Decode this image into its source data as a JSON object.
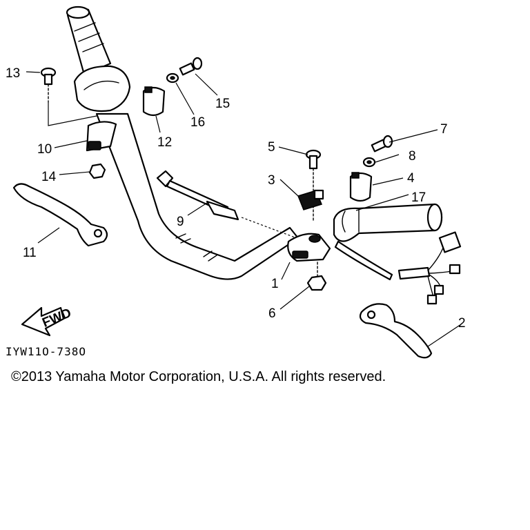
{
  "callouts": {
    "p1": "1",
    "p2": "2",
    "p3": "3",
    "p4": "4",
    "p5": "5",
    "p6": "6",
    "p7": "7",
    "p8": "8",
    "p9": "9",
    "p10": "10",
    "p11": "11",
    "p12": "12",
    "p13": "13",
    "p14": "14",
    "p15": "15",
    "p16": "16",
    "p17": "17"
  },
  "fwd_label": "FWD",
  "diagram_code": "IYW11O-738O",
  "copyright": "©2013 Yamaha Motor Corporation, U.S.A. All rights reserved."
}
